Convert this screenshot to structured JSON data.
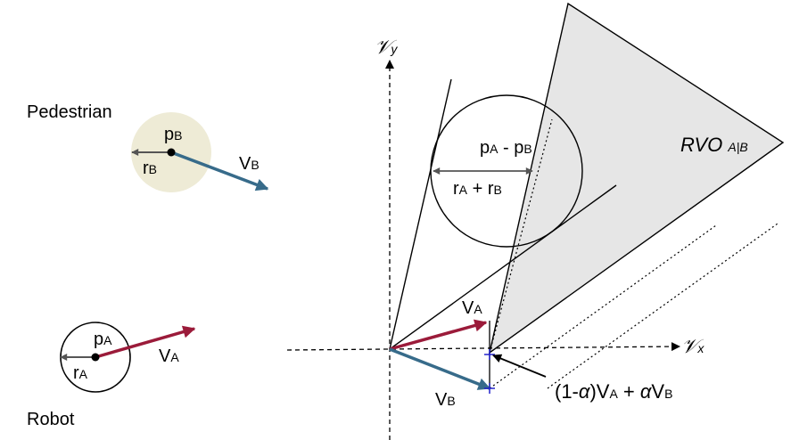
{
  "pedestrian": {
    "label": "Pedestrian",
    "pos_main": "p",
    "pos_sub": "B",
    "radius_main": "r",
    "radius_sub": "B",
    "vel_main": "V",
    "vel_sub": "B"
  },
  "robot": {
    "label": "Robot",
    "pos_main": "p",
    "pos_sub": "A",
    "radius_main": "r",
    "radius_sub": "A",
    "vel_main": "V",
    "vel_sub": "A"
  },
  "axes": {
    "x_main": "𝒱",
    "x_sub": "x",
    "y_main": "𝒱",
    "y_sub": "y"
  },
  "velocity_space": {
    "rel_pos": {
      "p1": "p",
      "s1": "A",
      "minus": " - ",
      "p2": "p",
      "s2": "B"
    },
    "sum_radius": {
      "r1": "r",
      "s1": "A",
      "plus": " + ",
      "r2": "r",
      "s2": "B"
    },
    "va_main": "V",
    "va_sub": "A",
    "vb_main": "V",
    "vb_sub": "B",
    "rvo_main": "RVO ",
    "rvo_sub": "A|B",
    "apex": {
      "open": "(1-",
      "alpha1": "α",
      "close": ")V",
      "sub1": "A",
      "plus": " + ",
      "alpha2": "α",
      "v": "V",
      "sub2": "B"
    }
  },
  "colors": {
    "robot_vel": "#9b1b3a",
    "ped_vel": "#376b8a",
    "ped_disc": "#eeebd6",
    "rvo_fill": "#e6e6e6",
    "apex_marker": "#2222cc"
  }
}
